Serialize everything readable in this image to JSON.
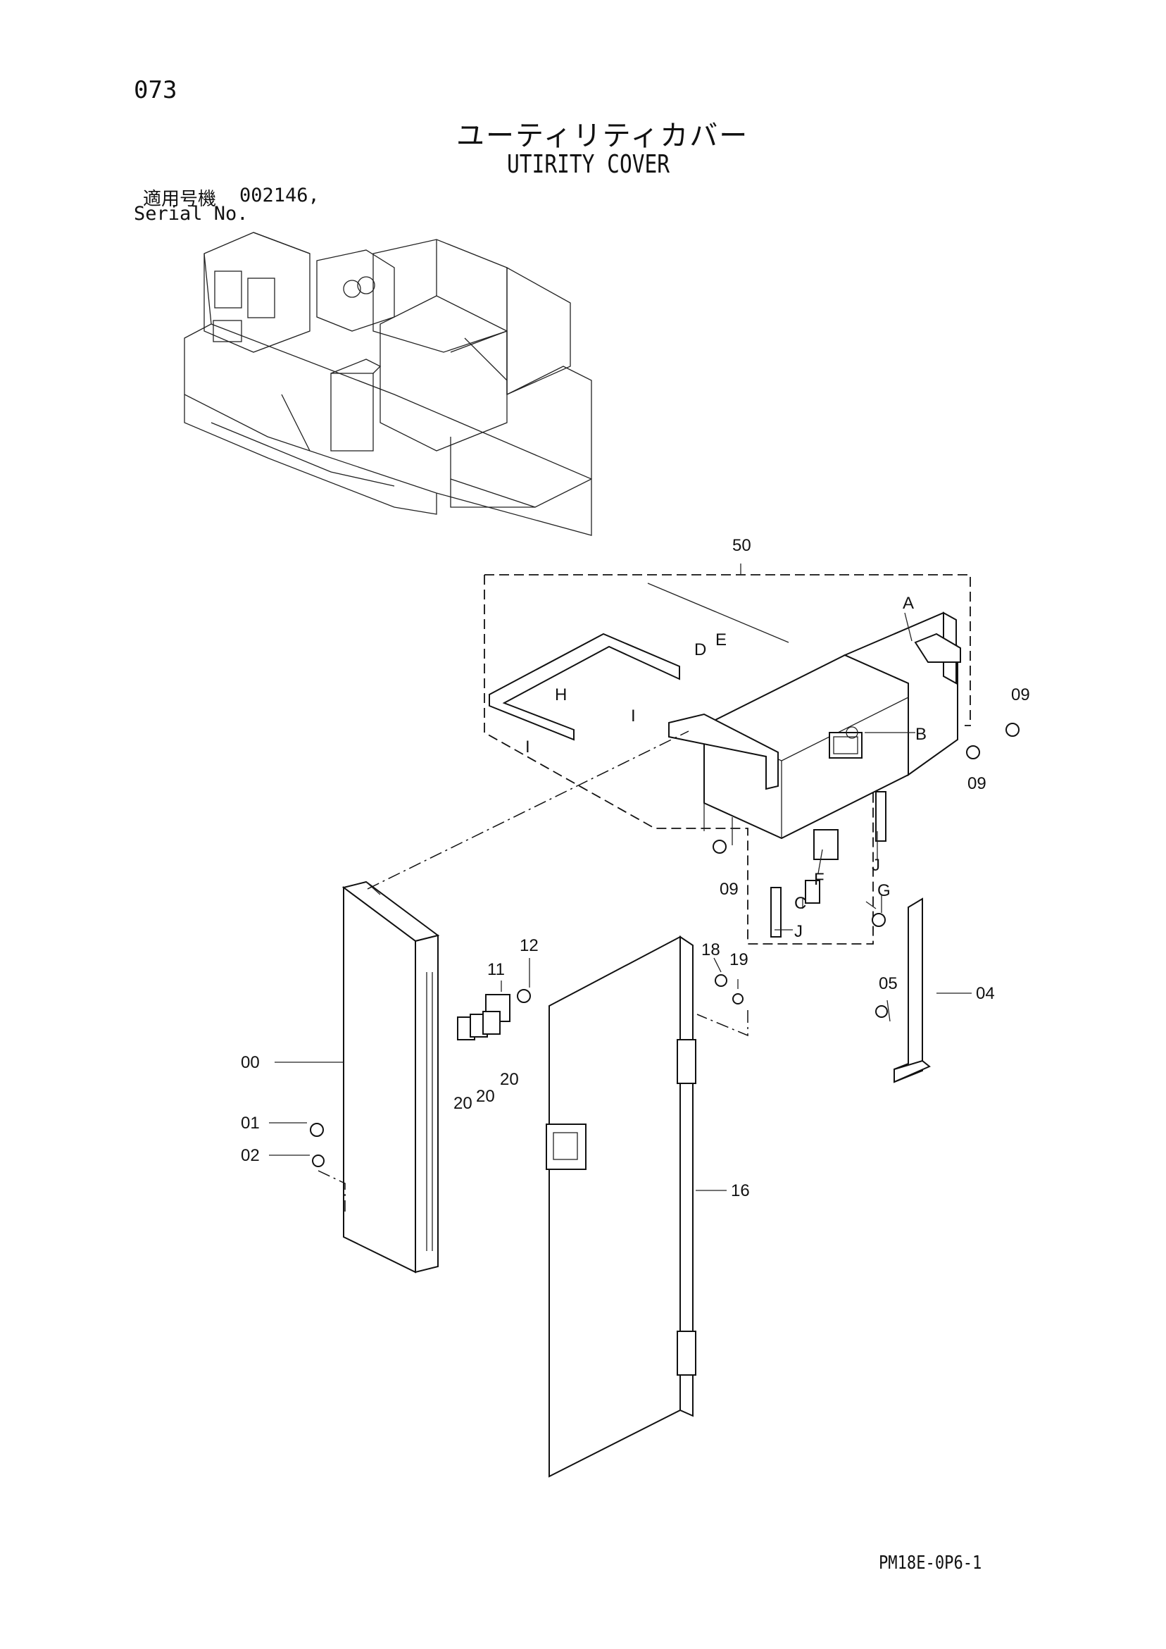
{
  "header": {
    "page_number": "073",
    "title_jp": "ユーティリティカバー",
    "title_en": "UTIRITY COVER",
    "serial_label_jp": "適用号機",
    "serial_value": "002146,",
    "serial_label_en": "Serial No."
  },
  "callouts": {
    "c50": "50",
    "cA": "A",
    "cB": "B",
    "cC": "C",
    "cD": "D",
    "cE": "E",
    "cF": "F",
    "cG": "G",
    "cH": "H",
    "cI1": "I",
    "cI2": "I",
    "cJ1": "J",
    "cJ2": "J",
    "c09a": "09",
    "c09b": "09",
    "c09c": "09",
    "c00": "00",
    "c01": "01",
    "c02": "02",
    "c04": "04",
    "c05": "05",
    "c11": "11",
    "c12": "12",
    "c16": "16",
    "c18": "18",
    "c19": "19",
    "c20a": "20",
    "c20b": "20",
    "c20c": "20"
  },
  "footer": {
    "doc_code": "PM18E-0P6-1"
  }
}
